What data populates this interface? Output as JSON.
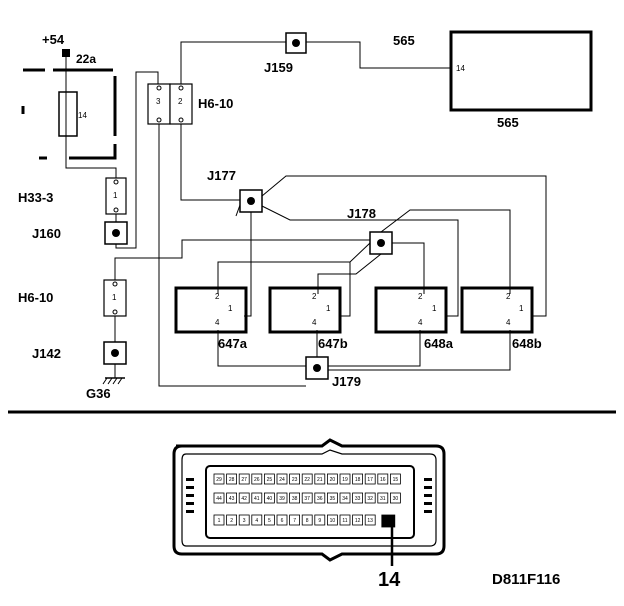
{
  "labels": {
    "supply": "+54",
    "pin_22a": "22a",
    "fuse_num": "14",
    "h33_3": "H33-3",
    "j160": "J160",
    "h6_10_left": "H6-10",
    "j142": "J142",
    "g36": "G36",
    "h6_10_top": "H6-10",
    "j159": "J159",
    "comp_565_top": "565",
    "comp_565_bottom": "565",
    "comp_565_pin": "14",
    "j177": "J177",
    "j178": "J178",
    "j179": "J179",
    "c647a": "647a",
    "c647b": "647b",
    "c648a": "648a",
    "c648b": "648b",
    "connector_pin": "14",
    "figure_code": "D811F116"
  },
  "connector_pins": {
    "h33_pin_top": "1",
    "h6_pin_left": "1",
    "h6_top_pin_a": "3",
    "h6_top_pin_b": "2"
  },
  "module_pins": {
    "p2": "2",
    "p1": "1",
    "p4": "4"
  },
  "connector_rows": {
    "top": [
      "29",
      "28",
      "27",
      "26",
      "25",
      "24",
      "23",
      "22",
      "21",
      "20",
      "19",
      "18",
      "17",
      "16",
      "15"
    ],
    "middle": [
      "44",
      "43",
      "42",
      "41",
      "40",
      "39",
      "38",
      "37",
      "36",
      "35",
      "34",
      "33",
      "32",
      "31",
      "30"
    ],
    "bottom": [
      "1",
      "2",
      "3",
      "4",
      "5",
      "6",
      "7",
      "8",
      "9",
      "10",
      "11",
      "12",
      "13",
      "14"
    ]
  },
  "colors": {
    "ink": "#000000",
    "paper": "#ffffff"
  }
}
